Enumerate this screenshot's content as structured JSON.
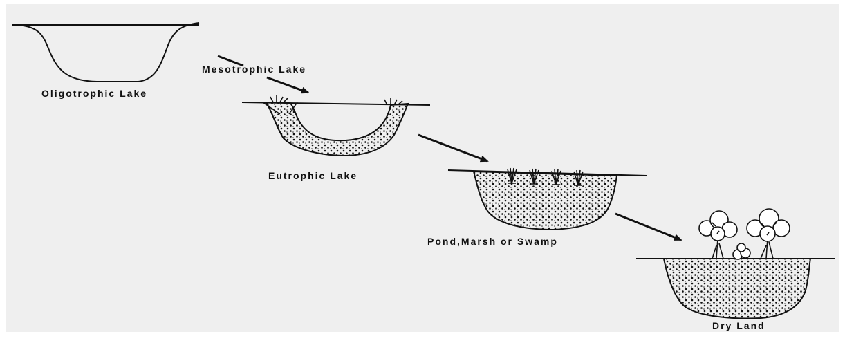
{
  "diagram": {
    "stages": [
      {
        "id": "oligotrophic",
        "label": "Oligotrophic Lake"
      },
      {
        "id": "mesotrophic",
        "label": "Mesotrophic Lake"
      },
      {
        "id": "eutrophic",
        "label": "Eutrophic Lake"
      },
      {
        "id": "pond",
        "label": "Pond,Marsh or Swamp"
      },
      {
        "id": "dryland",
        "label": "Dry Land"
      }
    ]
  },
  "colors": {
    "background": "#efefef",
    "ink": "#111111"
  }
}
